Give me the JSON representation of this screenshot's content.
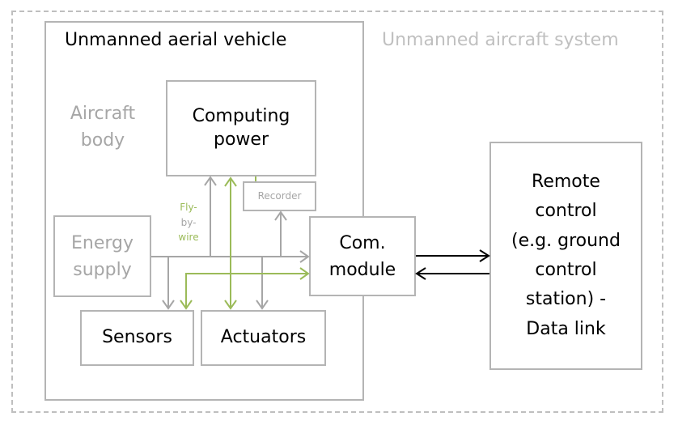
{
  "diagram": {
    "system_label": "Unmanned aircraft system",
    "vehicle_label": "Unmanned aerial vehicle",
    "body_label": [
      "Aircraft",
      "body"
    ],
    "nodes": {
      "computing_power": [
        "Computing",
        "power"
      ],
      "recorder": "Recorder",
      "energy_supply": [
        "Energy",
        "supply"
      ],
      "sensors": "Sensors",
      "actuators": "Actuators",
      "com_module": [
        "Com.",
        "module"
      ],
      "remote_control": [
        "Remote",
        "control",
        "(e.g. ground",
        "control",
        "station) -",
        "Data link"
      ]
    },
    "fly_by_wire_label": [
      "Fly-",
      "by-",
      "wire"
    ],
    "edges": [
      {
        "from": "energy_supply",
        "to": "computing_power",
        "kind": "power"
      },
      {
        "from": "energy_supply",
        "to": "recorder",
        "kind": "power"
      },
      {
        "from": "energy_supply",
        "to": "com_module",
        "kind": "power"
      },
      {
        "from": "energy_supply",
        "to": "sensors",
        "kind": "power"
      },
      {
        "from": "energy_supply",
        "to": "actuators",
        "kind": "power"
      },
      {
        "from": "computing_power",
        "to": "actuators",
        "kind": "fly-by-wire",
        "bidirectional": true
      },
      {
        "from": "computing_power",
        "to": "sensors",
        "kind": "fly-by-wire"
      },
      {
        "from": "computing_power",
        "to": "com_module",
        "kind": "fly-by-wire"
      },
      {
        "from": "computing_power",
        "to": "recorder",
        "kind": "fly-by-wire"
      },
      {
        "from": "com_module",
        "to": "remote_control",
        "kind": "data-link"
      },
      {
        "from": "remote_control",
        "to": "com_module",
        "kind": "data-link"
      }
    ],
    "colors": {
      "power_line": "#a6a6a6",
      "fly_by_wire_line": "#9bbb59",
      "data_link_line": "#000000",
      "box_border": "#b4b4b4",
      "outer_dashed_border": "#bfbfbf"
    }
  }
}
